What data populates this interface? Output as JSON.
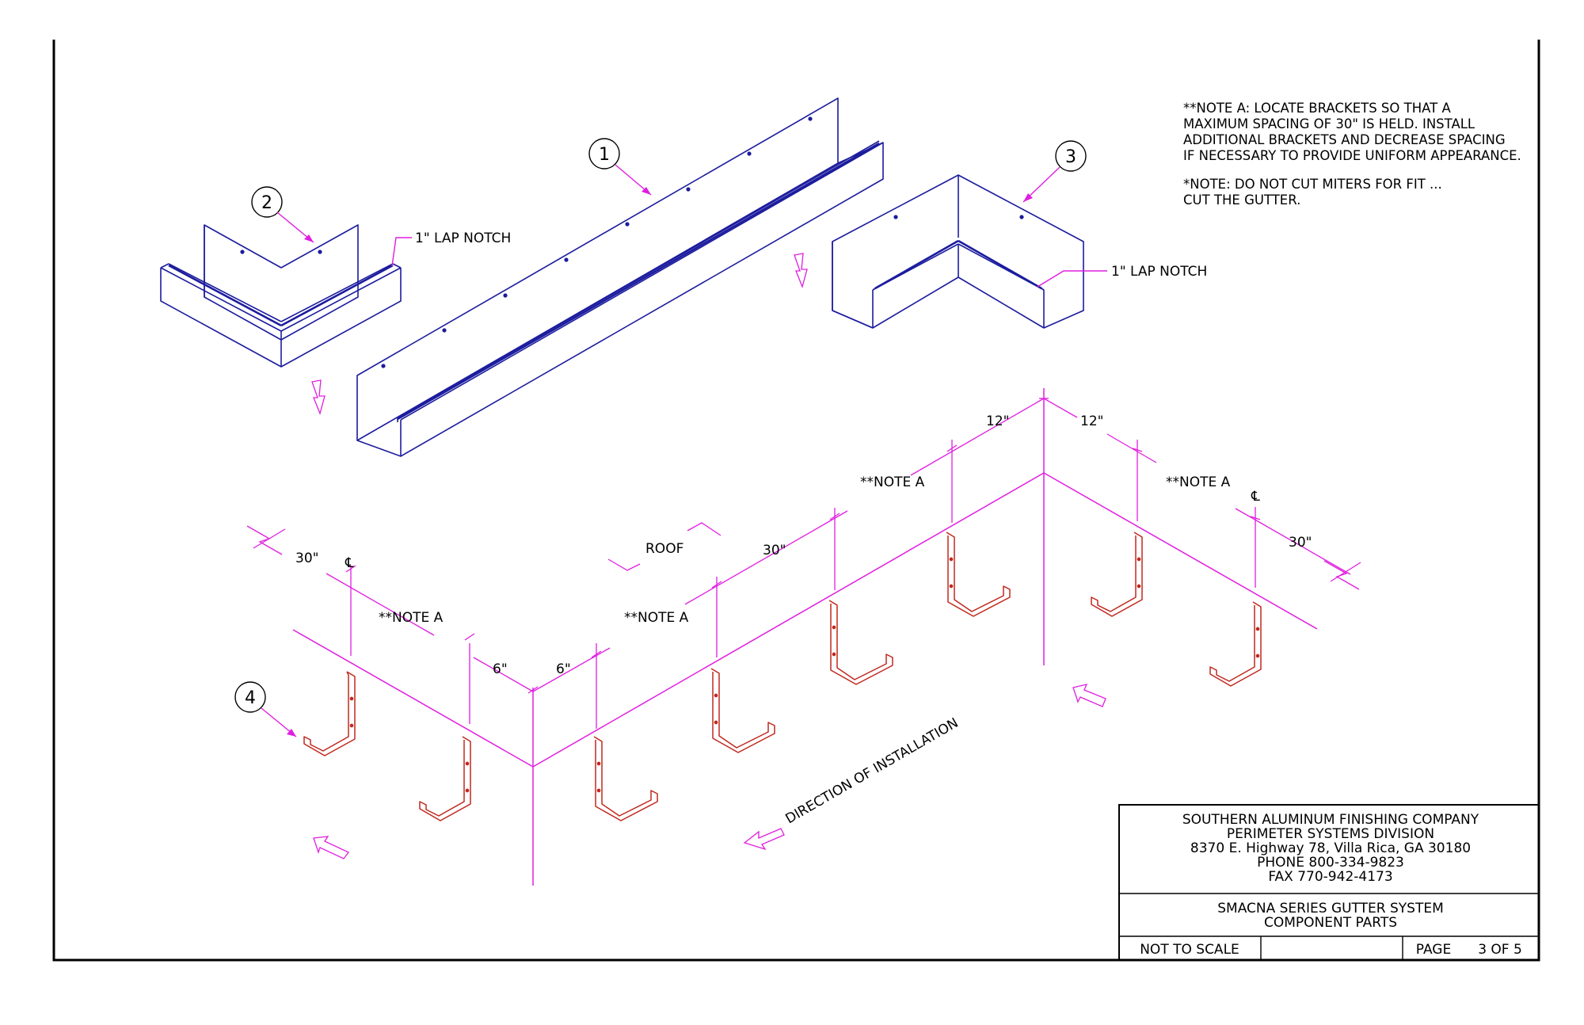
{
  "notes": {
    "note_a_lines": [
      "**NOTE A: LOCATE BRACKETS SO THAT A",
      "MAXIMUM SPACING OF 30\" IS HELD. INSTALL",
      "ADDITIONAL BRACKETS AND DECREASE SPACING",
      "IF NECESSARY TO PROVIDE UNIFORM APPEARANCE."
    ],
    "note_b_lines": [
      "*NOTE: DO NOT CUT MITERS FOR FIT ...",
      "CUT THE GUTTER."
    ]
  },
  "callouts": [
    "1",
    "2",
    "3",
    "4"
  ],
  "labels": {
    "lap_notch_left": "1\" LAP NOTCH",
    "lap_notch_right": "1\" LAP NOTCH",
    "roof": "ROOF",
    "direction": "DIRECTION OF INSTALLATION",
    "note_a_ref": "**NOTE A",
    "centerline": "℄"
  },
  "dimensions": {
    "d_30": "30\"",
    "d_12": "12\"",
    "d_6": "6\""
  },
  "title_block": {
    "company_lines": [
      "SOUTHERN ALUMINUM FINISHING COMPANY",
      "PERIMETER SYSTEMS DIVISION",
      "8370 E. Highway 78, Villa Rica, GA 30180",
      "PHONE 800-334-9823",
      "FAX 770-942-4173"
    ],
    "title_lines": [
      "SMACNA SERIES GUTTER SYSTEM",
      "COMPONENT PARTS"
    ],
    "scale": "NOT TO SCALE",
    "page_label": "PAGE",
    "page_value": "3 OF 5"
  },
  "colors": {
    "gutter": "#1c1c9e",
    "dimension": "#e01ee0",
    "bracket": "#c0281e",
    "border": "#000000"
  }
}
